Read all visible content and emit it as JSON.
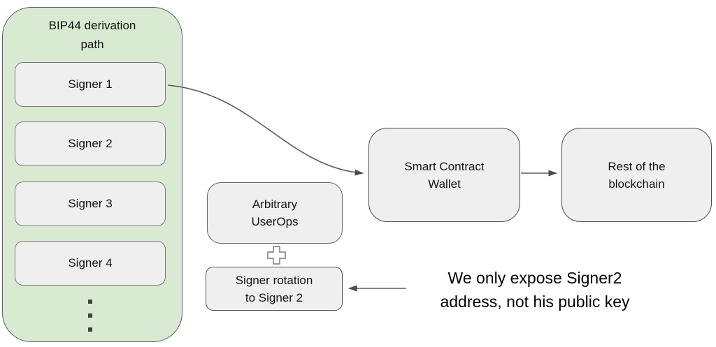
{
  "derivation_group": {
    "title": "BIP44 derivation\npath",
    "signers": [
      "Signer 1",
      "Signer 2",
      "Signer 3",
      "Signer 4"
    ],
    "ellipsis_icon": "vertical-ellipsis",
    "fill_color": "#d9ead3",
    "border_color": "#5e5e5e"
  },
  "nodes": {
    "smart_contract_wallet": {
      "label": "Smart Contract\nWallet"
    },
    "rest_of_blockchain": {
      "label": "Rest of the\nblockchain"
    },
    "arbitrary_userops": {
      "label": "Arbitrary\nUserOps"
    },
    "signer_rotation": {
      "label": "Signer rotation\nto Signer 2"
    }
  },
  "icons": {
    "plus": "plus",
    "vertical_ellipsis": "vertical-ellipsis"
  },
  "annotation": {
    "text": "We only expose Signer2\naddress, not his public key"
  },
  "connections": [
    {
      "from": "signer-1",
      "to": "smart-contract-wallet",
      "style": "curved"
    },
    {
      "from": "smart-contract-wallet",
      "to": "rest-of-blockchain",
      "style": "straight"
    },
    {
      "from": "annotation",
      "to": "signer-rotation",
      "style": "straight"
    }
  ],
  "colors": {
    "node_fill": "#efefef",
    "node_border_light": "#7a7a7a",
    "node_border_dark": "#4a4a4a",
    "arrow": "#5d5d5d",
    "text": "#000000"
  }
}
